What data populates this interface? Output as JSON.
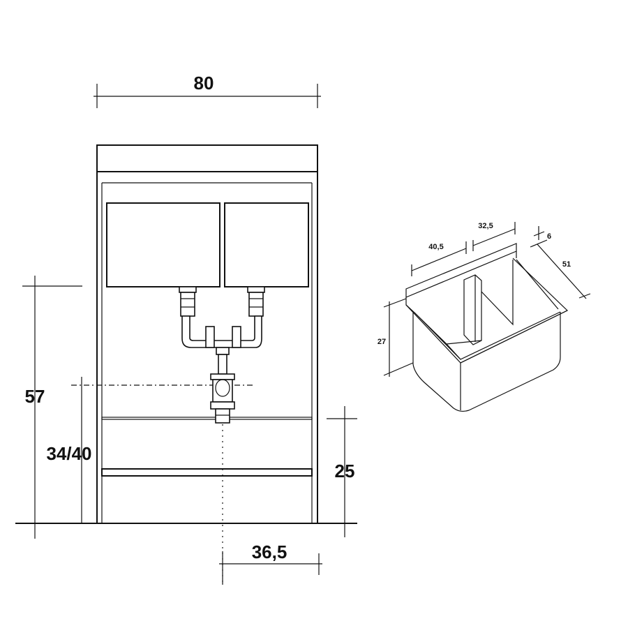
{
  "front_view": {
    "width_label": "80",
    "height_label": "57",
    "drain_height_label": "34/40",
    "shelf_height_label": "25",
    "drain_offset_label": "36,5"
  },
  "sink_view": {
    "left_bowl_label": "40,5",
    "right_bowl_label": "32,5",
    "rim_label": "6",
    "depth_label": "51",
    "height_label": "27"
  }
}
